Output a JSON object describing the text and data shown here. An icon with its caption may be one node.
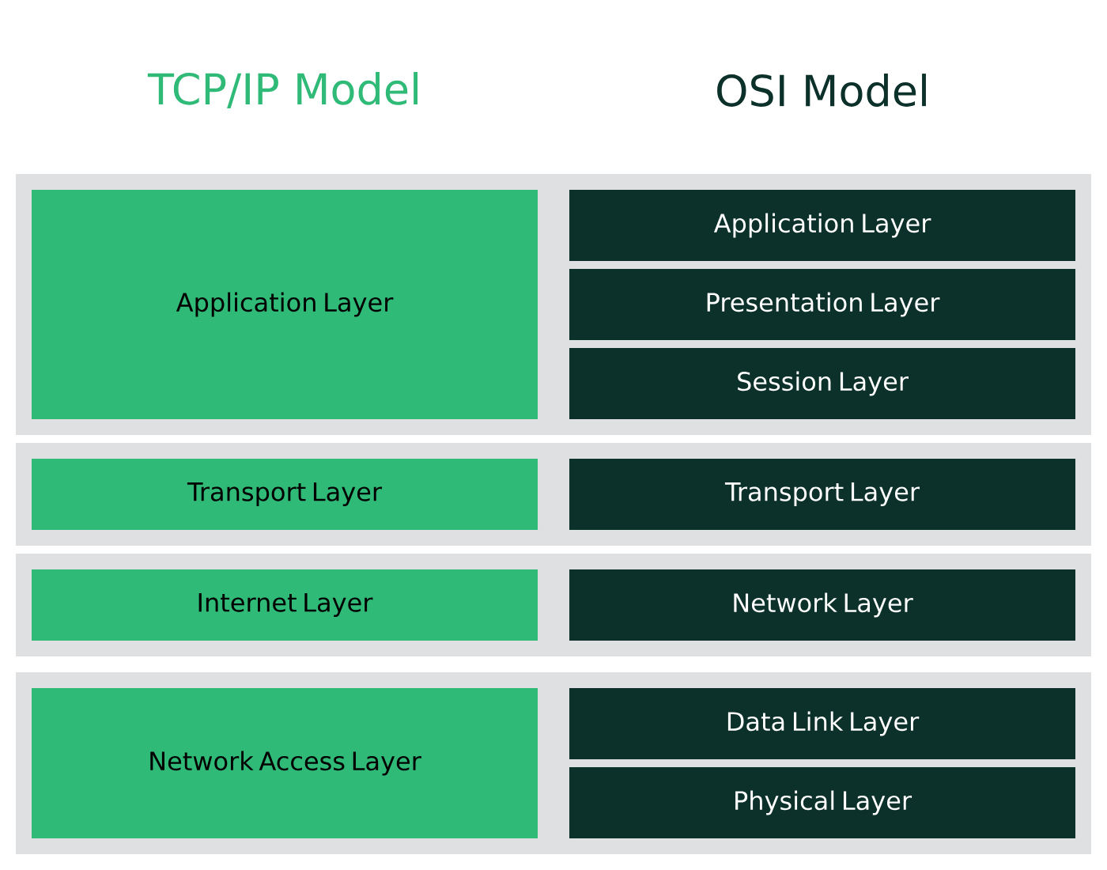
{
  "diagram": {
    "nodes": [
      {
        "text": [],
        "shape": "box"
      },
      {
        "text": [
          "Application Layer"
        ],
        "in": 0
      },
      {
        "text": [
          "Application Layer"
        ],
        "in": 0
      },
      {
        "text": [
          "Presentation Layer"
        ],
        "in": 0
      },
      {
        "text": [
          "Session Layer"
        ],
        "in": 0
      },
      {
        "text": [],
        "shape": "box"
      },
      {
        "text": [
          "Transport Layer"
        ],
        "in": 5
      },
      {
        "text": [
          "Transport Layer"
        ],
        "in": 5
      },
      {
        "text": [],
        "shape": "box"
      },
      {
        "text": [
          "Internet Layer"
        ],
        "in": 8
      },
      {
        "text": [
          "Network Layer"
        ],
        "in": 8
      },
      {
        "text": [],
        "shape": "box"
      },
      {
        "text": [
          "Network Access Layer"
        ],
        "in": 11
      },
      {
        "text": [
          "Data Link Layer"
        ],
        "in": 11
      },
      {
        "text": [
          "Physical Layer"
        ],
        "in": 11
      }
    ],
    "labels": [
      "TCP/IP Model",
      "OSI Model"
    ]
  }
}
